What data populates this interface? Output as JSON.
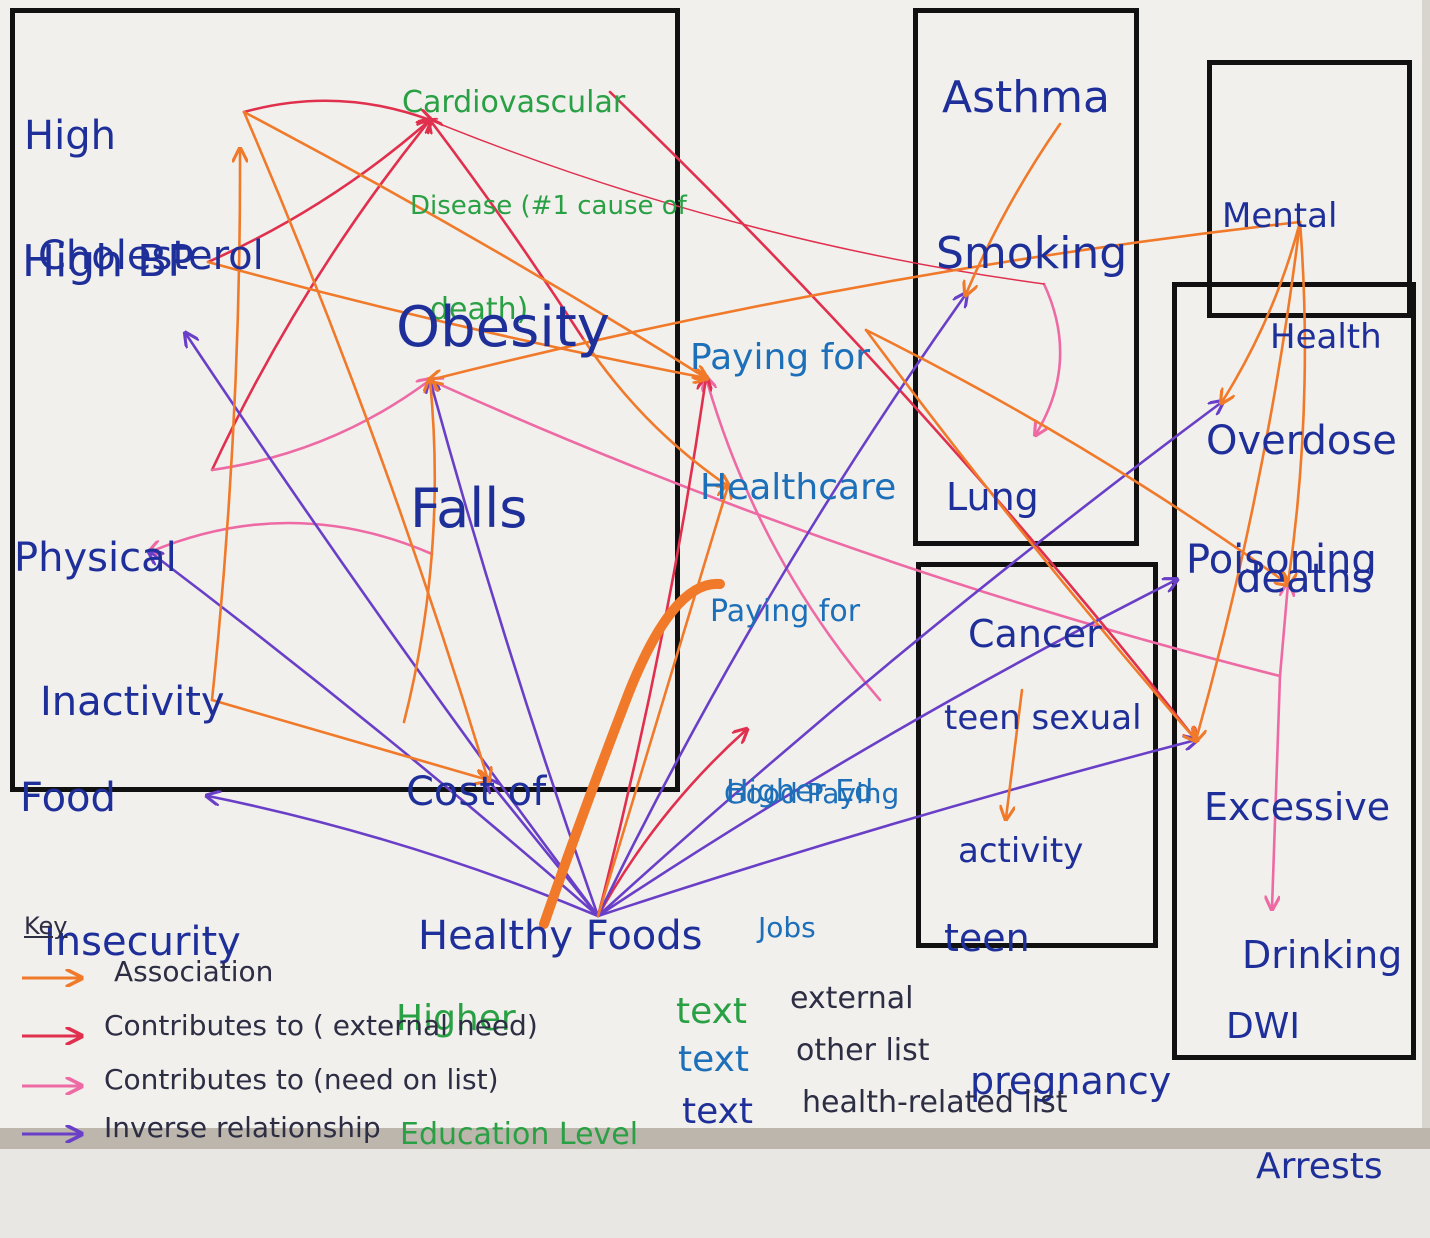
{
  "colors": {
    "association": "#f07a2a",
    "contributes_external": "#e0304e",
    "contributes_list": "#ee6aa4",
    "inverse": "#6a3fc8",
    "external_text": "#2aa044",
    "other_list_text": "#1c6fb8",
    "health_list_text": "#1f2f9a"
  },
  "nodes": {
    "high_cholesterol": [
      "High",
      "Cholesterol"
    ],
    "cardiovascular": [
      "Cardiovascular",
      "Disease (#1 cause of",
      "death)"
    ],
    "asthma": "Asthma",
    "mental_health": [
      "Mental",
      "Health"
    ],
    "high_bp": "High BP",
    "obesity": "Obesity",
    "paying_healthcare": [
      "Paying for",
      "Healthcare"
    ],
    "smoking": "Smoking",
    "overdose": [
      "Overdose",
      "deaths"
    ],
    "lung_cancer": [
      "Lung",
      "Cancer"
    ],
    "physical_inactivity": [
      "Physical",
      "Inactivity"
    ],
    "falls": "Falls",
    "paying_higher_ed": [
      "Paying for",
      "Higher Ed"
    ],
    "poisoning": "Poisoning",
    "teen_sexual": [
      "teen sexual",
      "activity"
    ],
    "food_insecurity": [
      "Food",
      "Insecurity"
    ],
    "cost_healthy": [
      "Cost of",
      "Healthy Foods"
    ],
    "good_jobs": [
      "Good Paying",
      "Jobs"
    ],
    "excessive_drinking": [
      "Excessive",
      "Drinking"
    ],
    "teen_pregnancy": [
      "teen",
      "pregnancy"
    ],
    "dwi": [
      "DWI",
      "Arrests"
    ],
    "higher_ed_level": [
      "Higher",
      "Education Level"
    ]
  },
  "key": {
    "title": "Key",
    "items": [
      {
        "label": "Association",
        "type": "association"
      },
      {
        "label": "Contributes to ( external need)",
        "type": "contributes_external"
      },
      {
        "label": "Contributes to (need on list)",
        "type": "contributes_list"
      },
      {
        "label": "Inverse relationship",
        "type": "inverse"
      }
    ],
    "text_legend": [
      {
        "sample": "text",
        "desc": "external",
        "type": "external_text"
      },
      {
        "sample": "text",
        "desc": "other list",
        "type": "other_list_text"
      },
      {
        "sample": "text",
        "desc": "health-related list",
        "type": "health_list_text"
      }
    ]
  },
  "edges": [
    {
      "from": "high_cholesterol",
      "to": "cardiovascular",
      "type": "contributes_external"
    },
    {
      "from": "high_bp",
      "to": "cardiovascular",
      "type": "contributes_external"
    },
    {
      "from": "physical_inactivity",
      "to": "cardiovascular",
      "type": "contributes_external"
    },
    {
      "from": "obesity",
      "to": "cardiovascular",
      "type": "contributes_external"
    },
    {
      "from": "physical_inactivity",
      "to": "obesity",
      "type": "contributes_list"
    },
    {
      "from": "falls",
      "to": "physical_inactivity",
      "type": "contributes_list"
    },
    {
      "from": "excessive_drinking",
      "to": "obesity",
      "type": "contributes_list"
    },
    {
      "from": "smoking",
      "to": "lung_cancer",
      "type": "contributes_list"
    },
    {
      "from": "excessive_drinking",
      "to": "poisoning",
      "type": "contributes_list"
    },
    {
      "from": "excessive_drinking",
      "to": "dwi",
      "type": "contributes_list"
    },
    {
      "from": "good_jobs",
      "to": "paying_healthcare",
      "type": "contributes_list"
    },
    {
      "from": "smoking",
      "to": "cardiovascular",
      "type": "contributes_external"
    },
    {
      "from": "higher_ed_level",
      "to": "paying_healthcare",
      "type": "contributes_external"
    },
    {
      "from": "higher_ed_level",
      "to": "good_jobs",
      "type": "contributes_external"
    },
    {
      "from": "cardiovascular",
      "to": "excessive_drinking",
      "type": "contributes_external"
    },
    {
      "from": "higher_ed_level",
      "to": "food_insecurity",
      "type": "inverse"
    },
    {
      "from": "higher_ed_level",
      "to": "high_bp",
      "type": "inverse"
    },
    {
      "from": "higher_ed_level",
      "to": "physical_inactivity",
      "type": "inverse"
    },
    {
      "from": "higher_ed_level",
      "to": "obesity",
      "type": "inverse"
    },
    {
      "from": "higher_ed_level",
      "to": "cost_healthy",
      "type": "inverse"
    },
    {
      "from": "higher_ed_level",
      "to": "smoking",
      "type": "inverse"
    },
    {
      "from": "higher_ed_level",
      "to": "overdose",
      "type": "inverse"
    },
    {
      "from": "higher_ed_level",
      "to": "teen_sexual",
      "type": "inverse"
    },
    {
      "from": "higher_ed_level",
      "to": "excessive_drinking",
      "type": "inverse"
    },
    {
      "from": "asthma",
      "to": "smoking",
      "type": "association"
    },
    {
      "from": "teen_sexual",
      "to": "teen_pregnancy",
      "type": "association"
    },
    {
      "from": "mental_health",
      "to": "overdose",
      "type": "association"
    },
    {
      "from": "mental_health",
      "to": "poisoning",
      "type": "association"
    },
    {
      "from": "mental_health",
      "to": "excessive_drinking",
      "type": "association"
    },
    {
      "from": "mental_health",
      "to": "obesity",
      "type": "association"
    },
    {
      "from": "food_insecurity",
      "to": "cost_healthy",
      "type": "association"
    },
    {
      "from": "food_insecurity",
      "to": "high_cholesterol",
      "type": "association"
    },
    {
      "from": "high_cholesterol",
      "to": "cost_healthy",
      "type": "association"
    },
    {
      "from": "high_cholesterol",
      "to": "paying_healthcare",
      "type": "association"
    },
    {
      "from": "high_bp",
      "to": "paying_healthcare",
      "type": "association"
    },
    {
      "from": "obesity",
      "to": "paying_higher_ed",
      "type": "association"
    },
    {
      "from": "paying_healthcare",
      "to": "excessive_drinking",
      "type": "association"
    },
    {
      "from": "paying_healthcare",
      "to": "poisoning",
      "type": "association"
    },
    {
      "from": "cost_healthy",
      "to": "obesity",
      "type": "association"
    },
    {
      "from": "higher_ed_level",
      "to": "paying_higher_ed",
      "type": "association"
    }
  ]
}
